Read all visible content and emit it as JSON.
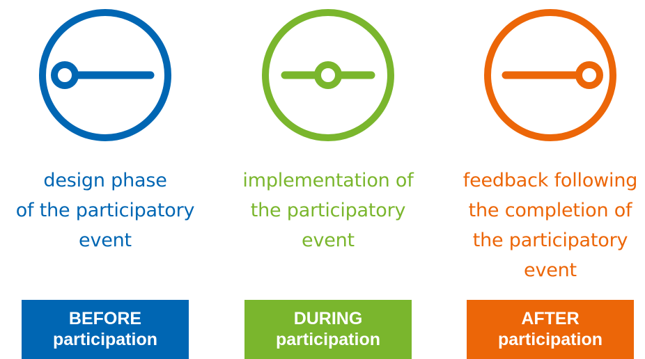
{
  "colors": {
    "before": "#0066b3",
    "during": "#7ab62d",
    "after": "#ec6608"
  },
  "phases": [
    {
      "key": "before",
      "icon": "timeline-start-icon",
      "description_lines": [
        "design phase",
        "of the participatory",
        "event"
      ],
      "label_line1": "BEFORE",
      "label_line2": "participation"
    },
    {
      "key": "during",
      "icon": "timeline-middle-icon",
      "description_lines": [
        "implementation of",
        "the participatory",
        "event"
      ],
      "label_line1": "DURING",
      "label_line2": "participation"
    },
    {
      "key": "after",
      "icon": "timeline-end-icon",
      "description_lines": [
        "feedback following",
        "the completion of",
        "the participatory",
        "event"
      ],
      "label_line1": "AFTER",
      "label_line2": "participation"
    }
  ]
}
